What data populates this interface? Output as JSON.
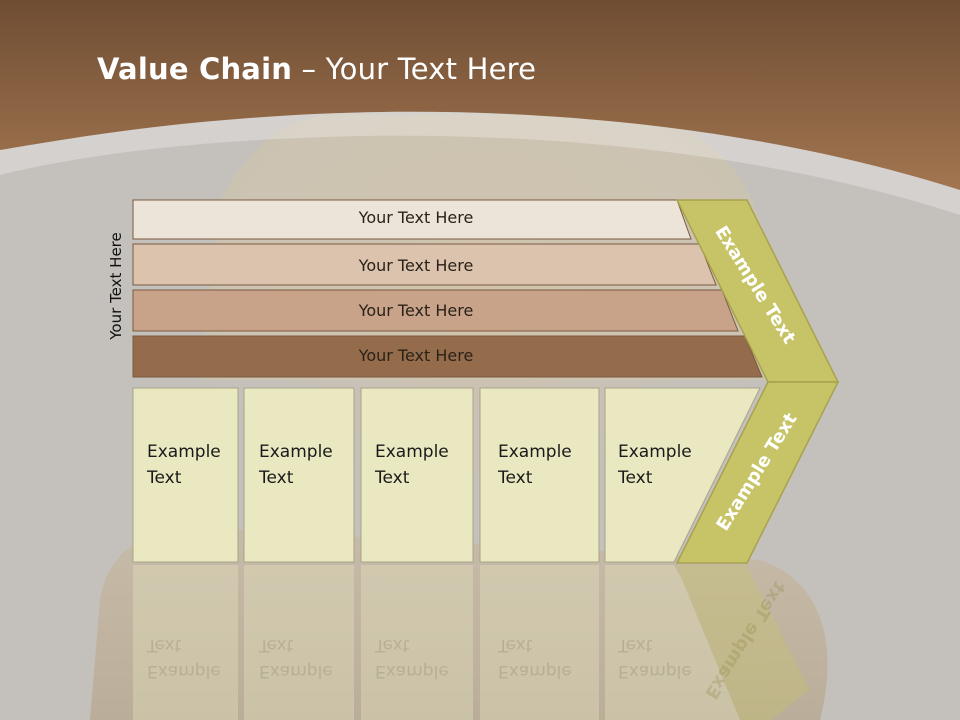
{
  "title": {
    "bold": "Value Chain",
    "rest": " – Your Text Here"
  },
  "side_label": "Your Text Here",
  "bars": [
    {
      "label": "Your Text Here",
      "color": "#ece3d9"
    },
    {
      "label": "Your Text Here",
      "color": "#dcc3ae"
    },
    {
      "label": "Your Text Here",
      "color": "#c8a389"
    },
    {
      "label": "Your Text Here",
      "color": "#946c4b"
    }
  ],
  "boxes": [
    {
      "line1": "Example",
      "line2": "Text"
    },
    {
      "line1": "Example",
      "line2": "Text"
    },
    {
      "line1": "Example",
      "line2": "Text"
    },
    {
      "line1": "Example",
      "line2": "Text"
    },
    {
      "line1": "Example",
      "line2": "Text"
    }
  ],
  "chevron": {
    "upper_label": "Example Text",
    "lower_label": "Example Text",
    "color": "#c7c468"
  },
  "colors": {
    "header": "#8d6440",
    "box_fill": "#e9e8c1",
    "background": "#c4c0bb"
  }
}
